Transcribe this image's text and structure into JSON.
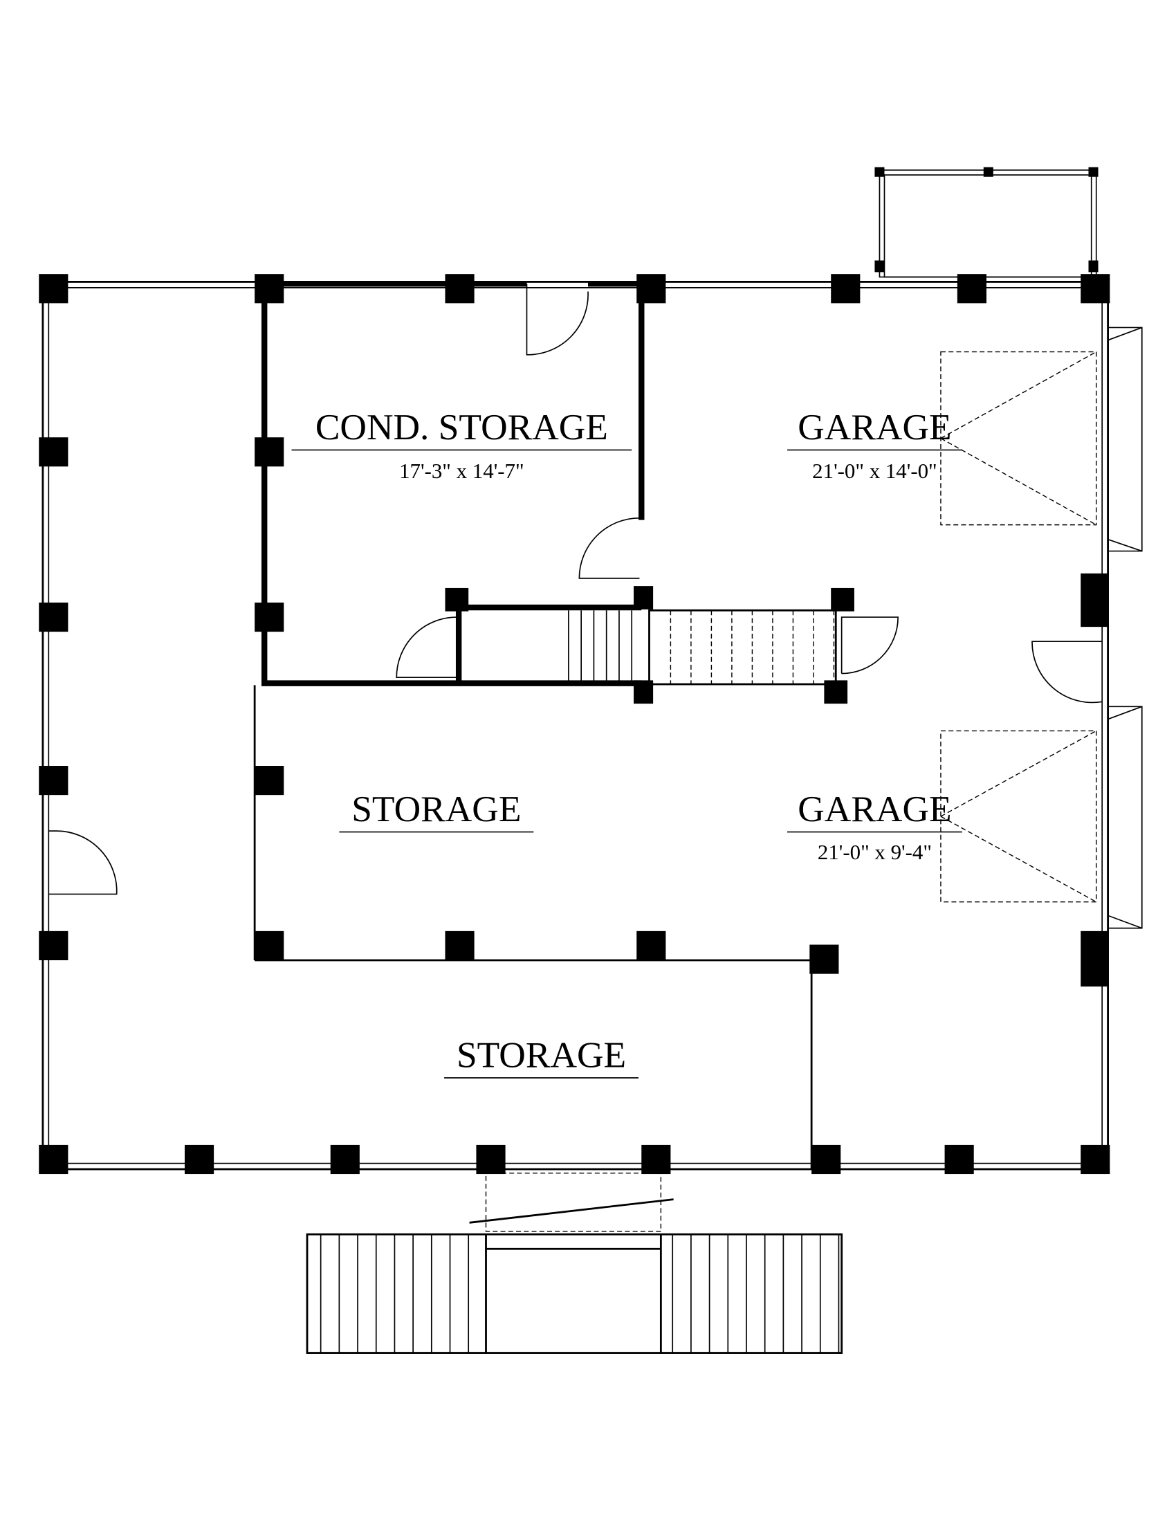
{
  "rooms": {
    "cond_storage": {
      "name": "COND. STORAGE",
      "size": "17'-3\" x 14'-7\""
    },
    "garage_upper": {
      "name": "GARAGE",
      "size": "21'-0\" x 14'-0\""
    },
    "storage_middle": {
      "name": "STORAGE"
    },
    "garage_lower": {
      "name": "GARAGE",
      "size": "21'-0\" x 9'-4\""
    },
    "storage_lower": {
      "name": "STORAGE"
    }
  }
}
